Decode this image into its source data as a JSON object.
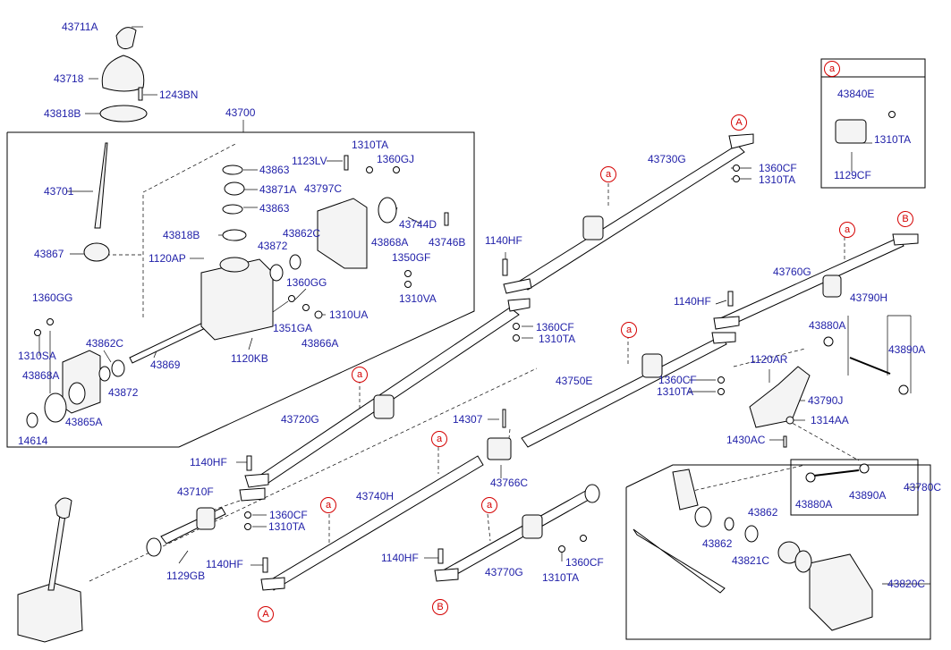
{
  "markers": {
    "a": "a",
    "A": "A",
    "B": "B"
  },
  "labels": {
    "p43711A": "43711A",
    "p43718": "43718",
    "p1243BN": "1243BN",
    "p43818B_top": "43818B",
    "p43700": "43700",
    "p43701": "43701",
    "p43867": "43867",
    "p43863_a": "43863",
    "p43871A": "43871A",
    "p43863_b": "43863",
    "p43818B": "43818B",
    "p1120AP": "1120AP",
    "p43872_a": "43872",
    "p43862C_a": "43862C",
    "p1123LV": "1123LV",
    "p1310TA_a": "1310TA",
    "p1360GJ": "1360GJ",
    "p43797C": "43797C",
    "p43744D": "43744D",
    "p43868A_a": "43868A",
    "p43746B": "43746B",
    "p1350GF": "1350GF",
    "p1310VA": "1310VA",
    "p1360GG_a": "1360GG",
    "p1351GA": "1351GA",
    "p1310UA": "1310UA",
    "p43866A": "43866A",
    "p1360GG_b": "1360GG",
    "p1310SA": "1310SA",
    "p43868A_b": "43868A",
    "p43862C_b": "43862C",
    "p43872_b": "43872",
    "p43869": "43869",
    "p1120KB": "1120KB",
    "p43865A": "43865A",
    "p14614": "14614",
    "p43730G": "43730G",
    "p1360CF_a": "1360CF",
    "p1310TA_b": "1310TA",
    "p1140HF_a": "1140HF",
    "p1360CF_b": "1360CF",
    "p1310TA_c": "1310TA",
    "p43760G": "43760G",
    "p1140HF_b": "1140HF",
    "p43790H": "43790H",
    "p43880A_a": "43880A",
    "p43890A_a": "43890A",
    "p43750E": "43750E",
    "p1360CF_c": "1360CF",
    "p1310TA_d": "1310TA",
    "p1120AR": "1120AR",
    "p43790J": "43790J",
    "p1314AA": "1314AA",
    "p1430AC": "1430AC",
    "p14307": "14307",
    "p43766C": "43766C",
    "p43720G": "43720G",
    "p1140HF_c": "1140HF",
    "p43710F": "43710F",
    "p1360CF_d": "1360CF",
    "p1310TA_e": "1310TA",
    "p1129GB": "1129GB",
    "p1140HF_d": "1140HF",
    "p43740H": "43740H",
    "p1140HF_e": "1140HF",
    "p43770G": "43770G",
    "p1360CF_e": "1360CF",
    "p1310TA_f": "1310TA",
    "p43880A_b": "43880A",
    "p43890A_b": "43890A",
    "p43780C": "43780C",
    "p43862_a": "43862",
    "p43862_b": "43862",
    "p43821C": "43821C",
    "p43820C": "43820C",
    "p43840E": "43840E",
    "p1310TA_g": "1310TA",
    "p1129CF": "1129CF"
  }
}
